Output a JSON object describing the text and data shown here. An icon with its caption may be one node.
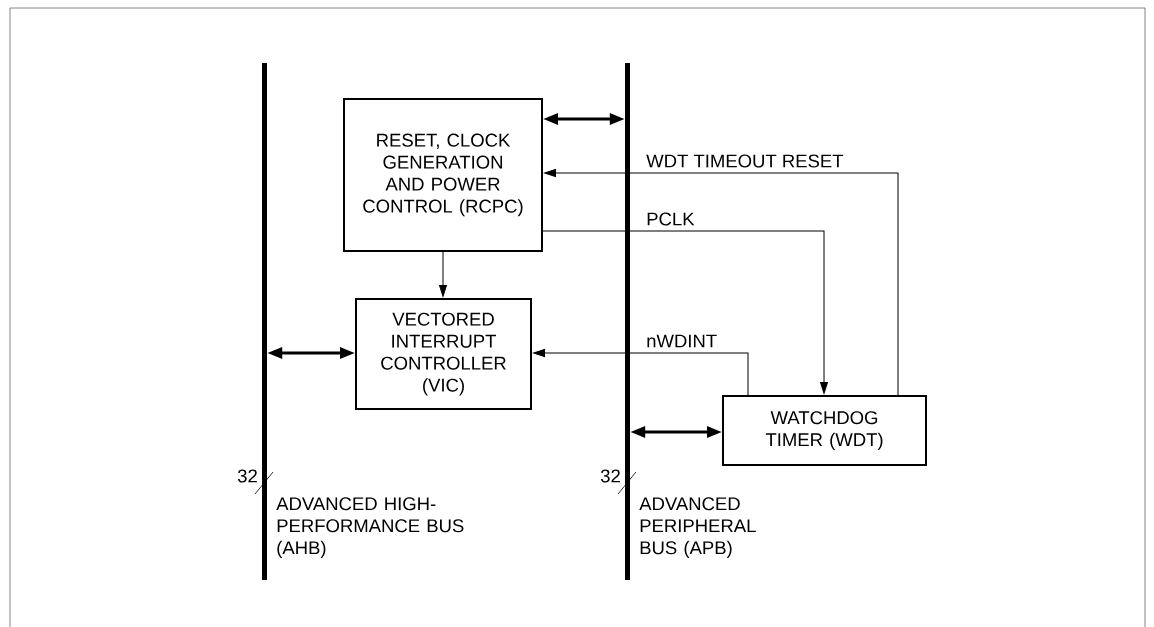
{
  "diagram": {
    "nodes": [
      {
        "text": [],
        "shape": "bar",
        "beside": [
          "32",
          "ADVANCED HIGH-PERFORMANCE BUS (AHB)"
        ]
      },
      {
        "text": [],
        "shape": "bar",
        "beside": [
          "32",
          "ADVANCED PERIPHERAL BUS (APB)"
        ]
      },
      {
        "text": [
          "RESET, CLOCK GENERATION AND POWER CONTROL (RCPC)"
        ]
      },
      {
        "text": [
          "VECTORED INTERRUPT CONTROLLER (VIC)"
        ]
      },
      {
        "text": [
          "WATCHDOG TIMER (WDT)"
        ]
      }
    ],
    "edges": [
      {
        "from": 2,
        "to": 1,
        "arrow": "both",
        "style": "thick"
      },
      {
        "from": 4,
        "to": 2,
        "arrow": "to",
        "label": "WDT TIMEOUT RESET"
      },
      {
        "from": 2,
        "to": 4,
        "arrow": "to",
        "label": "PCLK"
      },
      {
        "from": 2,
        "to": 3,
        "arrow": "to"
      },
      {
        "from": 0,
        "to": 3,
        "arrow": "both",
        "style": "thick"
      },
      {
        "from": 4,
        "to": 3,
        "arrow": "to",
        "label": "nWDINT"
      },
      {
        "from": 1,
        "to": 4,
        "arrow": "both",
        "style": "thick"
      }
    ]
  }
}
